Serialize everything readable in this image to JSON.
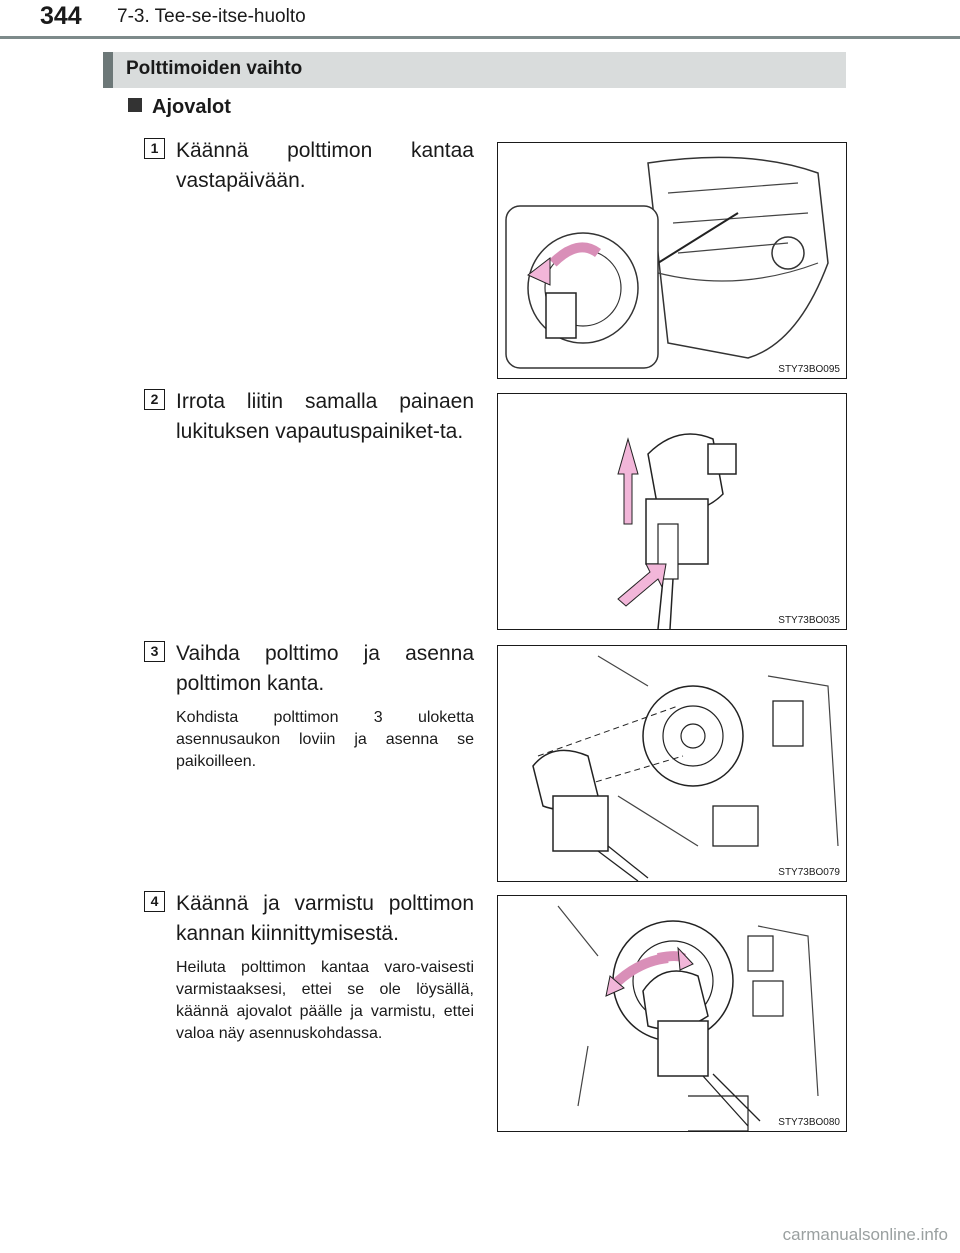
{
  "header": {
    "page_number": "344",
    "chapter": "7-3. Tee-se-itse-huolto"
  },
  "section": {
    "title": "Polttimoiden vaihto"
  },
  "subheading": "Ajovalot",
  "steps": [
    {
      "number": "1",
      "text": "Käännä polttimon kantaa vastapäivään.",
      "note": "",
      "figure_code": "STY73BO095"
    },
    {
      "number": "2",
      "text": "Irrota liitin samalla painaen lukituksen vapautuspainiket-ta.",
      "note": "",
      "figure_code": "STY73BO035"
    },
    {
      "number": "3",
      "text": "Vaihda polttimo ja asenna polttimon kanta.",
      "note": "Kohdista polttimon 3 uloketta asennusaukon loviin ja asenna se paikoilleen.",
      "figure_code": "STY73BO079"
    },
    {
      "number": "4",
      "text": "Käännä ja varmistu polttimon kannan kiinnittymisestä.",
      "note": "Heiluta polttimon kantaa varo-vaisesti varmistaaksesi, ettei se ole löysällä, käännä ajovalot päälle ja varmistu, ettei valoa näy asennuskohdassa.",
      "figure_code": "STY73BO080"
    }
  ],
  "watermark": "carmanualsonline.info",
  "colors": {
    "arrow": "#f2b6d9",
    "header_bar": "#d9dcdc",
    "header_accent": "#6d7878"
  }
}
